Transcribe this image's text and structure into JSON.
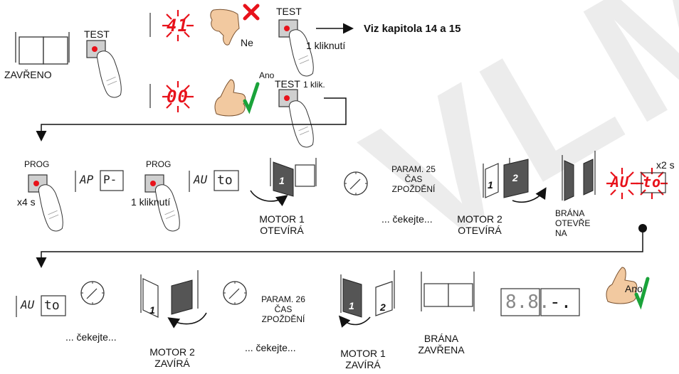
{
  "row1": {
    "closed_label": "ZAVŘENO",
    "test_label": "TEST",
    "display_no": "41",
    "no_label": "Ne",
    "test_label_2": "TEST",
    "click_once": "1 kliknutí",
    "see_chapter": "Viz kapitola 14 a 15",
    "display_yes": "00",
    "yes_label": "Ano",
    "test_label_3": "TEST",
    "click_short": "1 klik."
  },
  "row2": {
    "prog_label": "PROG",
    "hold_label": "x4 s",
    "ap_display": "AP",
    "p_display": "P-",
    "prog_label_2": "PROG",
    "click_once": "1 kliknutí",
    "au_display": "AU",
    "to_display": "to",
    "motor1_num": "1",
    "motor1_label": "MOTOR 1\nOTEVÍRÁ",
    "param25": "PARAM. 25\nČAS\nZPOŽDĚNÍ",
    "wait_label": "... čekejte...",
    "motor2_num": "2",
    "motor2_left_num": "1",
    "motor2_label": "MOTOR 2\nOTEVÍRÁ",
    "gate_open_label": "BRÁNA\nOTEVŘE\nNA",
    "hold_2s": "x2 s",
    "au_blink": "AU",
    "to_blink": "to"
  },
  "row3": {
    "au_display": "AU",
    "to_display": "to",
    "wait_label": "... čekejte...",
    "motor2_num": "1",
    "motor2_label": "MOTOR 2\nZAVÍRÁ",
    "param26": "PARAM. 26\nČAS\nZPOŽDĚNÍ",
    "wait_label_2": "... čekejte...",
    "motor1_num_a": "1",
    "motor1_num_b": "2",
    "motor1_label": "MOTOR 1\nZAVÍRÁ",
    "gate_closed_label": "BRÁNA\nZAVŘENA",
    "final_display_a": "8.8.",
    "final_display_b": "-.",
    "ano_label": "Ano"
  },
  "watermark": "VLM",
  "colors": {
    "red": "#e8121b",
    "green": "#1aa33a",
    "skin": "#f2c9a0",
    "gate_dark": "#555555"
  }
}
